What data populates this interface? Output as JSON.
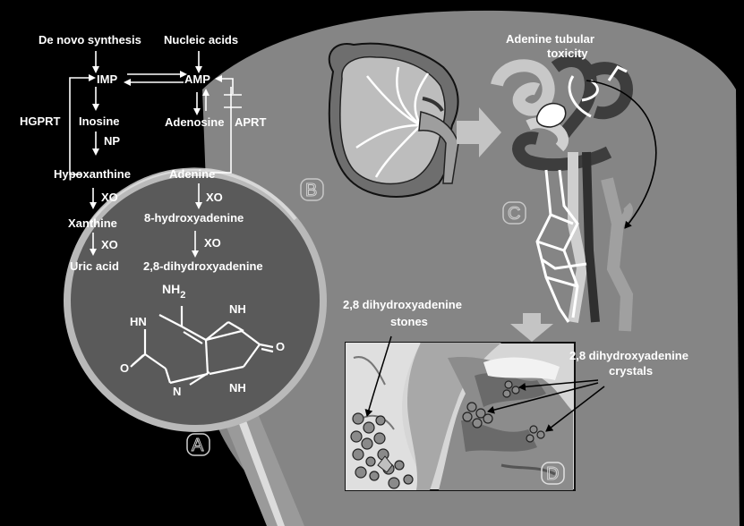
{
  "pathway": {
    "de_novo": "De novo synthesis",
    "nucleic_acids": "Nucleic acids",
    "imp": "IMP",
    "amp": "AMP",
    "hgprt": "HGPRT",
    "inosine": "Inosine",
    "np": "NP",
    "adenosine": "Adenosine",
    "aprt": "APRT",
    "hypoxanthine": "Hypoxanthine",
    "adenine": "Adenine",
    "xo1": "XO",
    "xo2": "XO",
    "xo3": "XO",
    "xo4": "XO",
    "xanthine": "Xanthine",
    "uric_acid": "Uric acid",
    "hydroxyadenine": "8-hydroxyadenine",
    "dihydroxyadenine": "2,8-dihydroxyadenine"
  },
  "molecule": {
    "nh2": "NH",
    "nh2_sub": "2",
    "hn": "HN",
    "nh_top": "NH",
    "nh_bottom": "NH",
    "n": "N",
    "o_left": "O",
    "o_right": "O"
  },
  "panel_labels": {
    "a": "A",
    "b": "B",
    "c": "C",
    "d": "D"
  },
  "annotations": {
    "tubular_toxicity_1": "Adenine tubular",
    "tubular_toxicity_2": "toxicity",
    "stones_1": "2,8 dihydroxyadenine",
    "stones_2": "stones",
    "crystals_1": "2,8 dihydroxyadenine",
    "crystals_2": "crystals"
  },
  "colors": {
    "background": "#000000",
    "panel_gray": "#858585",
    "lens_gray": "#5a5a5a",
    "text": "#ffffff"
  }
}
